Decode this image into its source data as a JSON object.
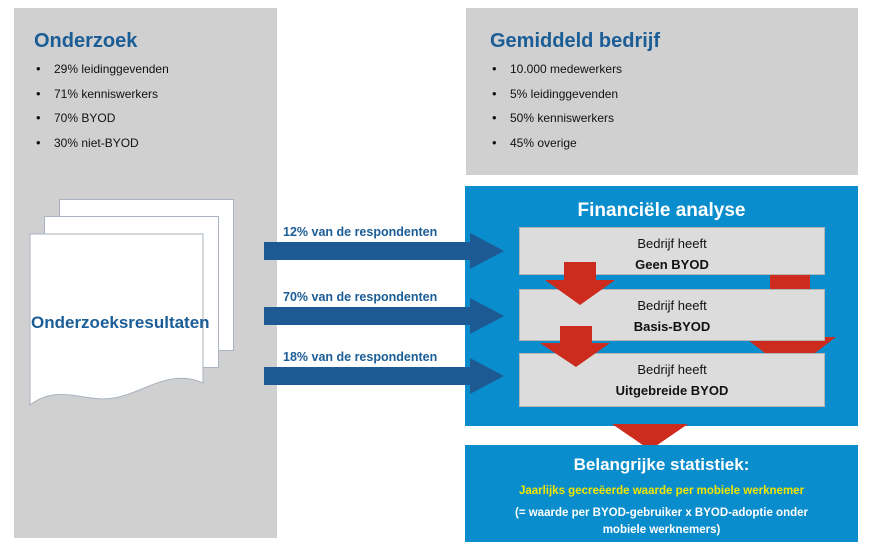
{
  "research": {
    "title": "Onderzoek",
    "bullets": [
      "29% leidinggevenden",
      "71% kenniswerkers",
      "70% BYOD",
      "30% niet-BYOD"
    ],
    "document_label": "Onderzoeksresultaten"
  },
  "average_company": {
    "title": "Gemiddeld bedrijf",
    "bullets": [
      "10.000 medewerkers",
      "5% leidinggevenden",
      "50% kenniswerkers",
      "45% overige"
    ]
  },
  "flows": [
    {
      "label": "12% van de respondenten"
    },
    {
      "label": "70% van de respondenten"
    },
    {
      "label": "18% van de respondenten"
    }
  ],
  "financial_analysis": {
    "title": "Financiële analyse",
    "boxes": [
      {
        "line1": "Bedrijf heeft",
        "line2": "Geen BYOD"
      },
      {
        "line1": "Bedrijf heeft",
        "line2": "Basis-BYOD"
      },
      {
        "line1": "Bedrijf heeft",
        "line2": "Uitgebreide BYOD"
      }
    ]
  },
  "key_statistic": {
    "title": "Belangrijke statistiek:",
    "highlight": "Jaarlijks gecreëerde waarde per mobiele werknemer",
    "note_line1": "(= waarde per BYOD-gebruiker x BYOD-adoptie onder",
    "note_line2": "mobiele werknemers)"
  },
  "colors": {
    "panel_gray": "#d0d0d0",
    "title_blue": "#1b5d96",
    "panel_blue": "#0a8dcc",
    "arrow_blue": "#1d5a93",
    "arrow_red": "#cc2b1d",
    "highlight_yellow": "#f2e600"
  }
}
